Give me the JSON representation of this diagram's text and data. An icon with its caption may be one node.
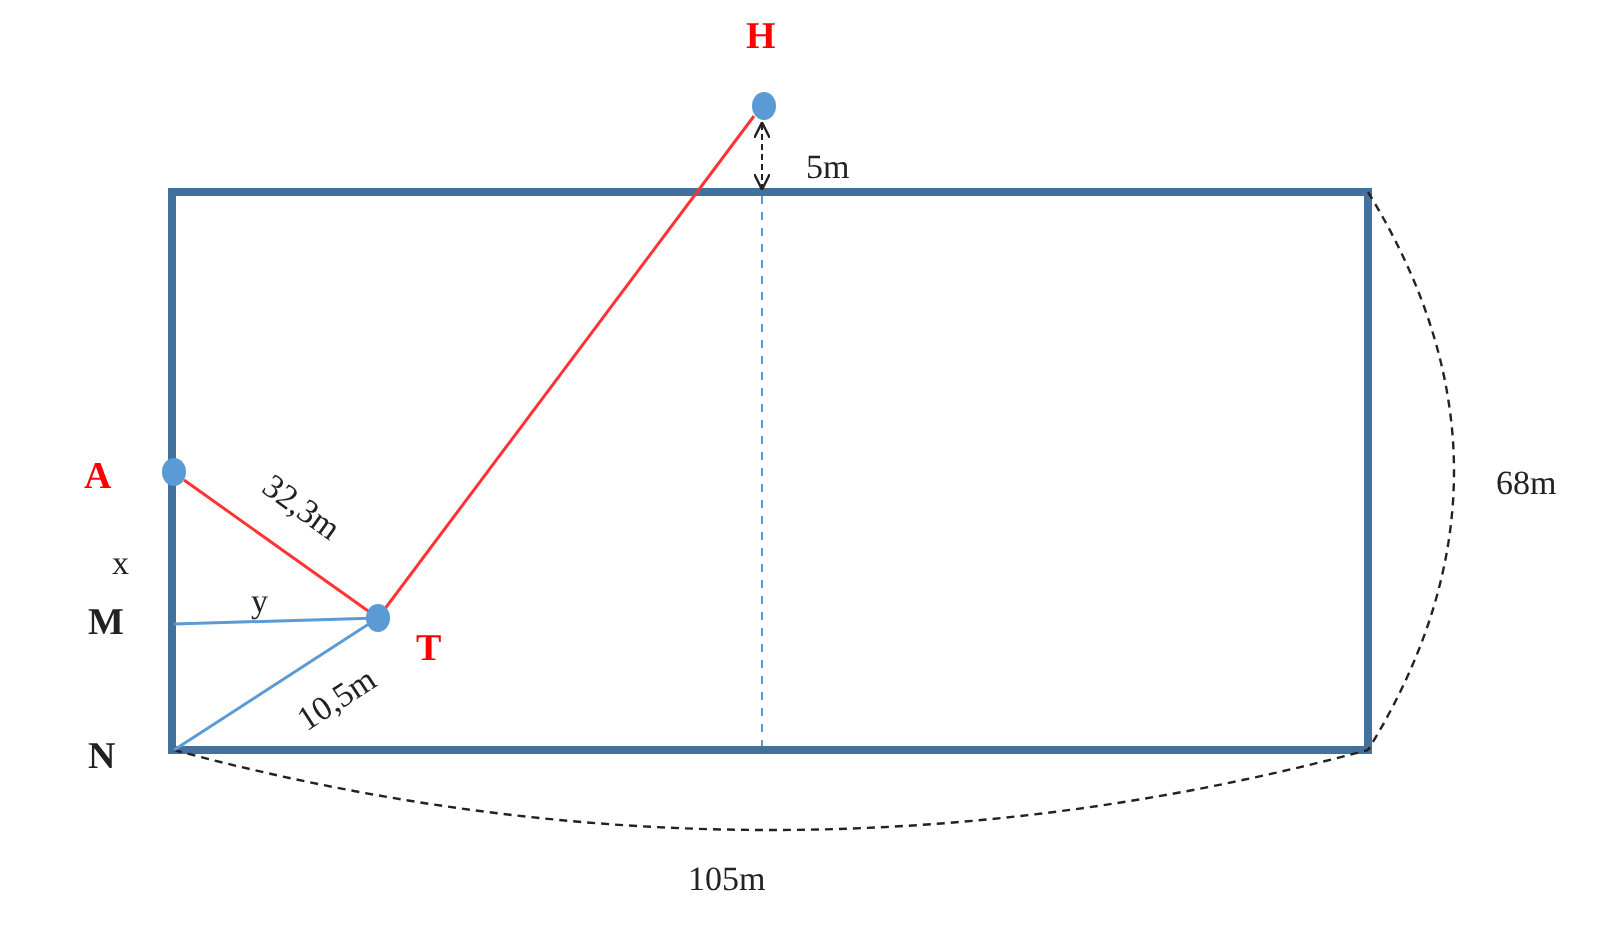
{
  "diagram": {
    "nodes": [
      {
        "text": [
          "H"
        ]
      },
      {
        "text": [
          "A"
        ]
      },
      {
        "text": [
          "M"
        ]
      },
      {
        "text": [
          "T"
        ]
      },
      {
        "text": [
          "N"
        ]
      }
    ],
    "edges": [
      {
        "from": 1,
        "to": 3,
        "arrow": "none",
        "label": "32,3m",
        "color": "#ff3333"
      },
      {
        "from": 3,
        "to": 0,
        "arrow": "none",
        "color": "#ff3333"
      },
      {
        "from": 2,
        "to": 3,
        "arrow": "none",
        "label": "y",
        "color": "#5b9bd5"
      },
      {
        "from": 4,
        "to": 3,
        "arrow": "none",
        "label": "10,5m",
        "color": "#5b9bd5"
      }
    ],
    "labels": [
      "5m",
      "68m",
      "x",
      "105m"
    ]
  }
}
